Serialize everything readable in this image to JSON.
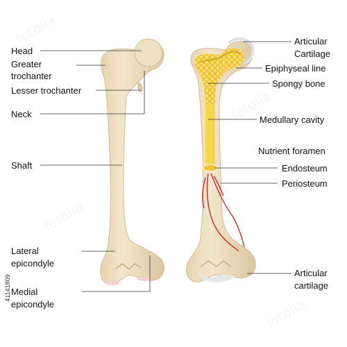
{
  "labels_left": {
    "head": "Head",
    "greater_trochanter_1": "Greater",
    "greater_trochanter_2": "trochanter",
    "lesser_trochanter": "Lesser trochanter",
    "neck": "Neck",
    "shaft": "Shaft",
    "lateral_epicondyle_1": "Lateral",
    "lateral_epicondyle_2": "epicondyle",
    "medial_epicondyle_1": "Medial",
    "medial_epicondyle_2": "epicondyle"
  },
  "labels_right": {
    "articular_cartilage_top_1": "Articular",
    "articular_cartilage_top_2": "Cartilage",
    "epiphyseal_line": "Epiphyseal line",
    "spongy_bone": "Spongy bone",
    "medullary_cavity": "Medullary cavity",
    "nutrient_foramen": "Nutrient foramen",
    "endosteum": "Endosteum",
    "periosteum": "Periosteum",
    "articular_cartilage_bottom_1": "Articular",
    "articular_cartilage_bottom_2": "cartilage"
  },
  "stock_code": "41141809",
  "watermark_text": "fotolia",
  "colors": {
    "bone": "#efe0c4",
    "bone_shade": "#dcc6a0",
    "spongy": "#f2c93a",
    "marrow": "#f5d84a",
    "cartilage": "#e8e8e8",
    "vessel": "#c0201e",
    "leader": "#333333"
  }
}
